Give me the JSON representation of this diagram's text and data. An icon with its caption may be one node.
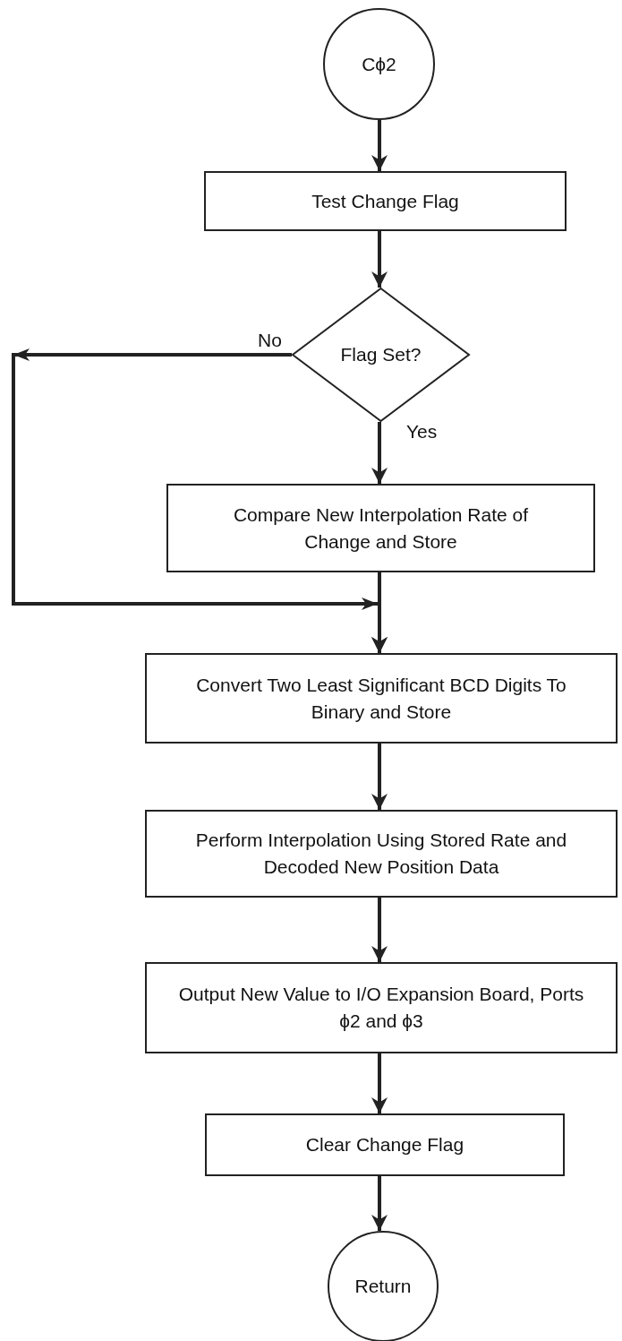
{
  "diagram": {
    "nodes": [
      {
        "text": [
          "Cϕ2"
        ]
      },
      {
        "text": [
          "Test Change Flag"
        ]
      },
      {
        "text": [
          "Flag Set?"
        ]
      },
      {
        "text": [
          "Compare New Interpolation Rate of Change and Store"
        ]
      },
      {
        "text": [
          "Convert Two Least Significant BCD Digits To Binary and Store"
        ]
      },
      {
        "text": [
          "Perform Interpolation Using Stored Rate and Decoded New Position Data"
        ]
      },
      {
        "text": [
          "Output New Value to I/O Expansion Board, Ports ϕ2 and ϕ3"
        ]
      },
      {
        "text": [
          "Clear Change Flag"
        ]
      },
      {
        "text": [
          "Return"
        ]
      }
    ],
    "edges": [
      {
        "from": 0,
        "to": 1,
        "arrow": "to"
      },
      {
        "from": 1,
        "to": 2,
        "arrow": "to"
      },
      {
        "from": 2,
        "to": 3,
        "arrow": "to",
        "label": "Yes"
      },
      {
        "from": 2,
        "to": 4,
        "arrow": "to",
        "label": "No"
      },
      {
        "from": 3,
        "to": 4,
        "arrow": "to"
      },
      {
        "from": 4,
        "to": 5,
        "arrow": "to"
      },
      {
        "from": 5,
        "to": 6,
        "arrow": "to"
      },
      {
        "from": 6,
        "to": 7,
        "arrow": "to"
      },
      {
        "from": 7,
        "to": 8,
        "arrow": "to"
      }
    ]
  }
}
